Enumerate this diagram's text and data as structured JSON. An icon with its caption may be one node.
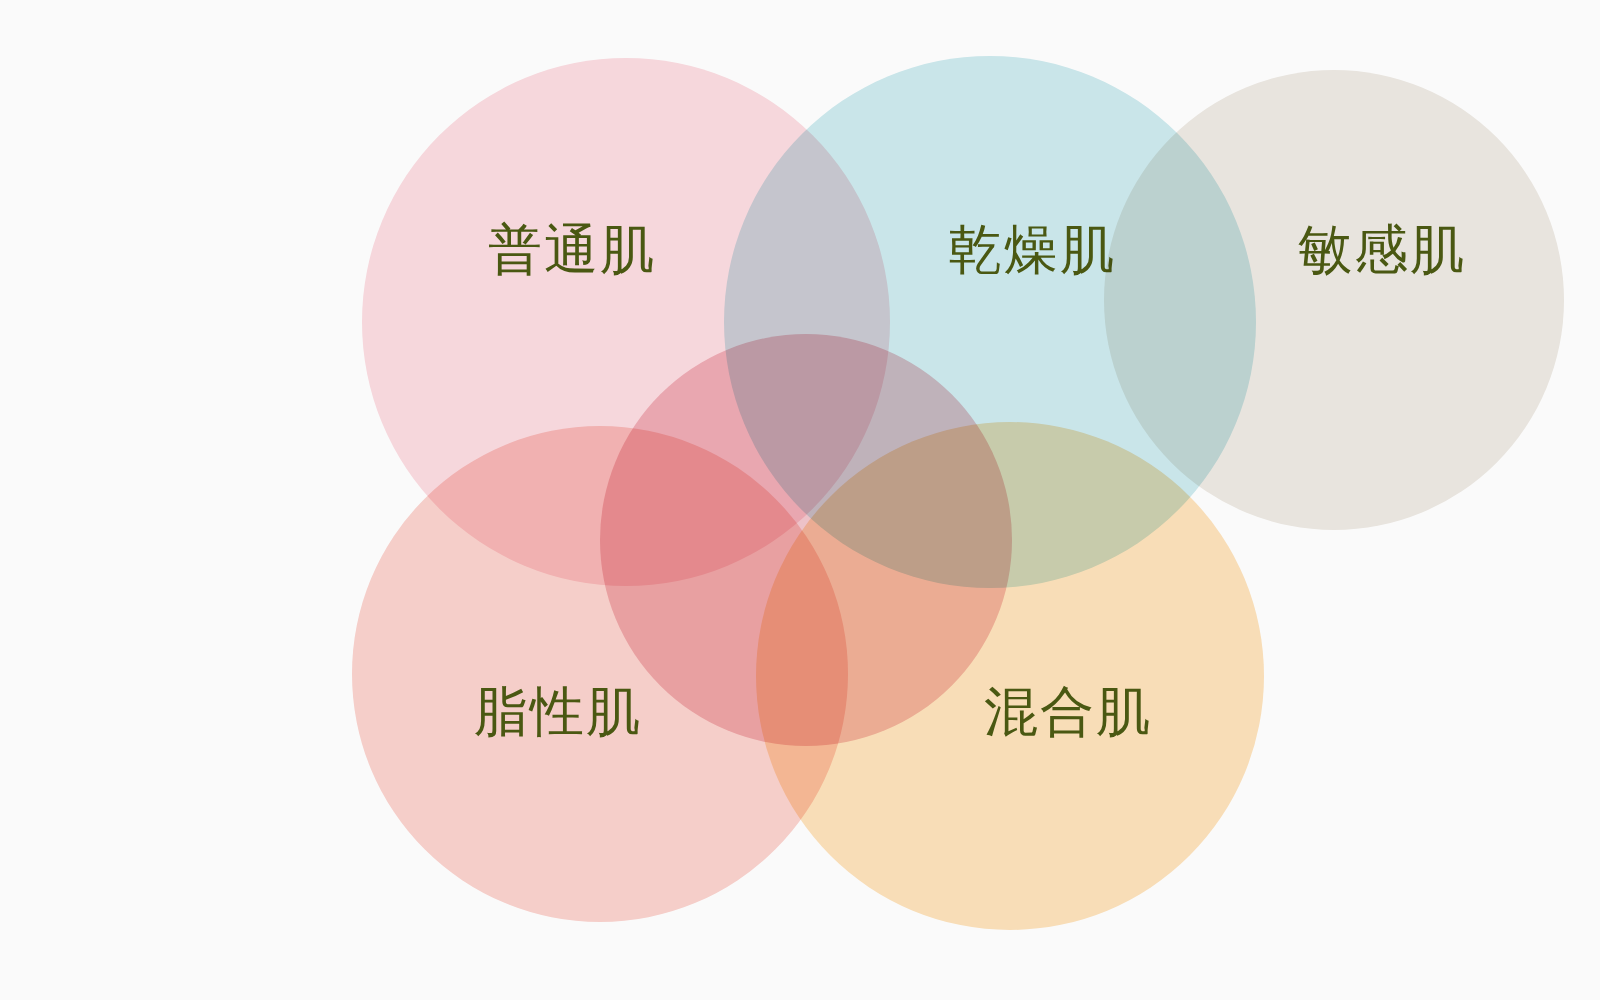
{
  "diagram": {
    "nodes": [
      {
        "text": [
          "普通肌"
        ]
      },
      {
        "text": [
          "乾燥肌"
        ]
      },
      {
        "text": [
          "敏感肌"
        ]
      },
      {
        "text": [],
        "shape": "circle"
      },
      {
        "text": [
          "脂性肌"
        ]
      },
      {
        "text": [
          "混合肌"
        ]
      }
    ]
  }
}
